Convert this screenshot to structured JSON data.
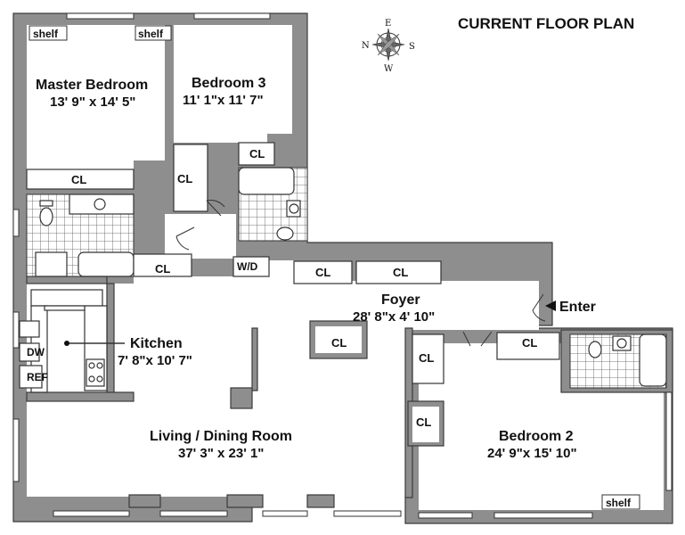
{
  "title": "CURRENT FLOOR PLAN",
  "compass": {
    "north": "N",
    "south": "S",
    "east": "E",
    "west": "W"
  },
  "rooms": {
    "master_bedroom": {
      "name": "Master Bedroom",
      "size": "13' 9\" x 14' 5\""
    },
    "bedroom3": {
      "name": "Bedroom 3",
      "size": "11' 1\"x 11' 7\""
    },
    "kitchen": {
      "name": "Kitchen",
      "size": "7' 8\"x 10' 7\""
    },
    "foyer": {
      "name": "Foyer",
      "size": "28' 8\"x 4' 10\""
    },
    "living": {
      "name": "Living / Dining Room",
      "size": "37' 3\" x 23' 1\""
    },
    "bedroom2": {
      "name": "Bedroom 2",
      "size": "24' 9\"x 15' 10\""
    }
  },
  "labels": {
    "shelf": "shelf",
    "closet": "CL",
    "washer_dryer": "W/D",
    "dishwasher": "DW",
    "refrigerator": "REF",
    "enter": "Enter"
  }
}
